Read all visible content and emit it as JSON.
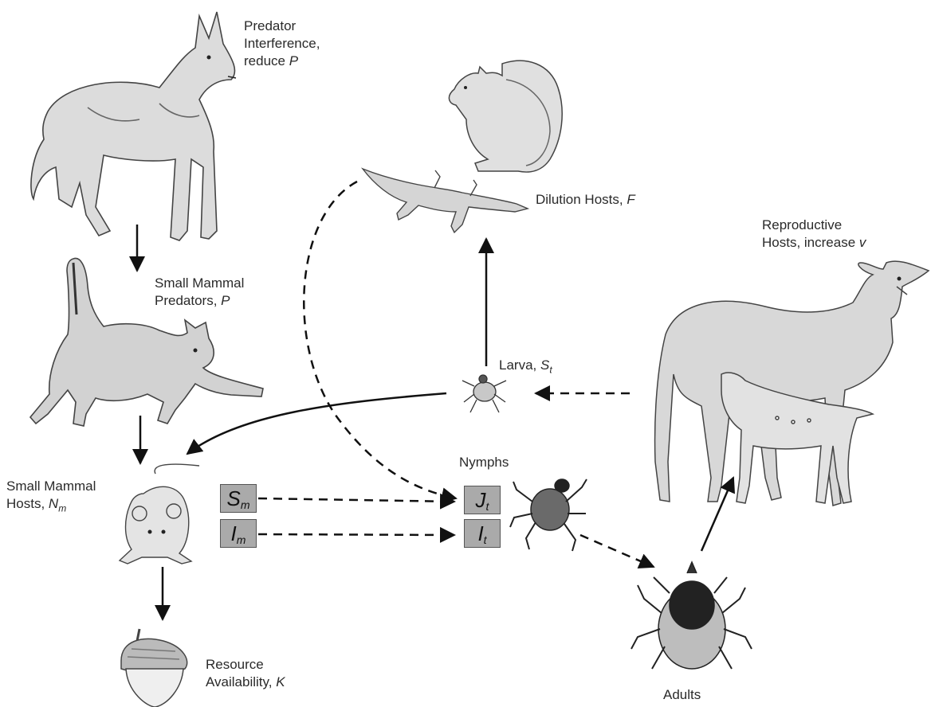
{
  "labels": {
    "predator_interference": {
      "line1": "Predator",
      "line2": "Interference,",
      "line3_pre": "reduce ",
      "line3_var": "P"
    },
    "small_mammal_predators": {
      "line1": "Small Mammal",
      "line2_pre": "Predators, ",
      "line2_var": "P"
    },
    "dilution_hosts": {
      "pre": "Dilution Hosts, ",
      "var": "F"
    },
    "reproductive_hosts": {
      "line1": "Reproductive",
      "line2_pre": "Hosts, increase ",
      "line2_var": "v"
    },
    "larva": {
      "pre": "Larva, ",
      "var": "S",
      "sub": "t"
    },
    "small_mammal_hosts": {
      "line1": "Small Mammal",
      "line2_pre": "Hosts, ",
      "line2_var": "N",
      "line2_sub": "m"
    },
    "nymphs": "Nymphs",
    "resource_availability": {
      "line1": "Resource",
      "line2_pre": "Availability, ",
      "line2_var": "K"
    },
    "adults": "Adults"
  },
  "boxes": {
    "s_m": {
      "var": "S",
      "sub": "m"
    },
    "i_m": {
      "var": "I",
      "sub": "m"
    },
    "j_t": {
      "var": "J",
      "sub": "t"
    },
    "i_t": {
      "var": "I",
      "sub": "t"
    }
  },
  "icons": [
    "coyote-illustration",
    "fox-illustration",
    "squirrel-illustration",
    "lizard-illustration",
    "deer-illustration",
    "larva-tick-illustration",
    "mouse-illustration",
    "nymph-tick-illustration",
    "adult-tick-illustration",
    "acorn-illustration"
  ]
}
